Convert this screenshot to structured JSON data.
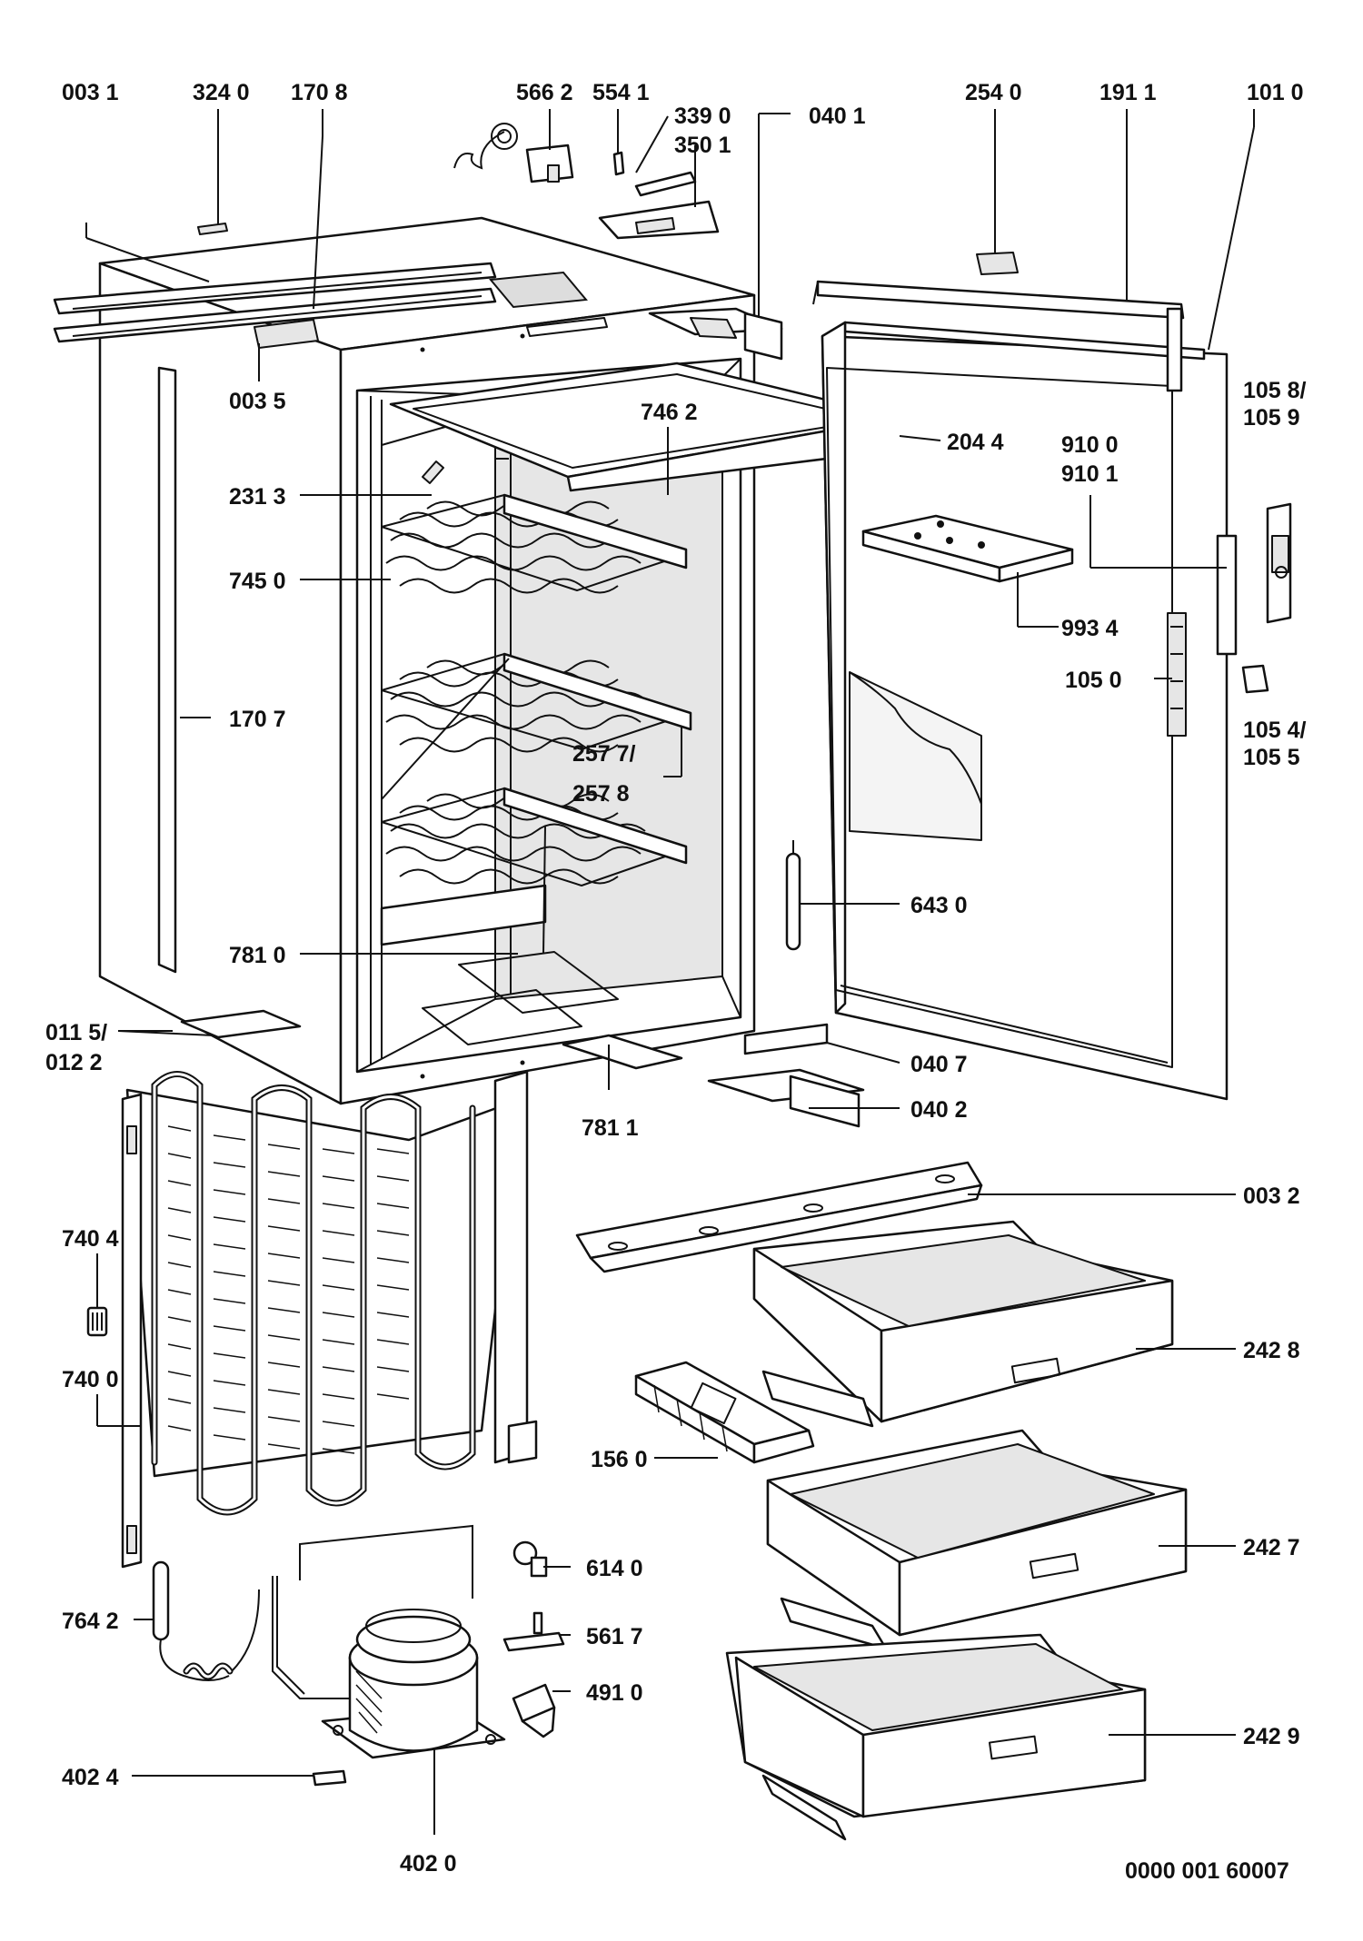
{
  "labels": [
    {
      "key": "p0031",
      "text": "003 1"
    },
    {
      "key": "p3240",
      "text": "324 0"
    },
    {
      "key": "p1708",
      "text": "170 8"
    },
    {
      "key": "p5662",
      "text": "566 2"
    },
    {
      "key": "p5541",
      "text": "554 1"
    },
    {
      "key": "p3390",
      "text": "339 0"
    },
    {
      "key": "p3501",
      "text": "350 1"
    },
    {
      "key": "p0401",
      "text": "040 1"
    },
    {
      "key": "p2540",
      "text": "254 0"
    },
    {
      "key": "p1911",
      "text": "191 1"
    },
    {
      "key": "p1010",
      "text": "101 0"
    },
    {
      "key": "p0035",
      "text": "003 5"
    },
    {
      "key": "p7462",
      "text": "746 2"
    },
    {
      "key": "p2044",
      "text": "204 4"
    },
    {
      "key": "p10589a",
      "text": "105 8/"
    },
    {
      "key": "p10589b",
      "text": "105 9"
    },
    {
      "key": "p9100",
      "text": "910 0"
    },
    {
      "key": "p9101",
      "text": "910 1"
    },
    {
      "key": "p2313",
      "text": "231 3"
    },
    {
      "key": "p7450",
      "text": "745 0"
    },
    {
      "key": "p9934",
      "text": "993 4"
    },
    {
      "key": "p1050",
      "text": "105 0"
    },
    {
      "key": "p1707",
      "text": "170 7"
    },
    {
      "key": "p10545a",
      "text": "105 4/"
    },
    {
      "key": "p10545b",
      "text": "105 5"
    },
    {
      "key": "p2577a",
      "text": "257 7/"
    },
    {
      "key": "p2577b",
      "text": "257 8"
    },
    {
      "key": "p6430",
      "text": "643 0"
    },
    {
      "key": "p7810",
      "text": "781 0"
    },
    {
      "key": "p0115",
      "text": "011 5/"
    },
    {
      "key": "p0122",
      "text": "012 2"
    },
    {
      "key": "p0407",
      "text": "040 7"
    },
    {
      "key": "p0402",
      "text": "040 2"
    },
    {
      "key": "p7811",
      "text": "781 1"
    },
    {
      "key": "p0032",
      "text": "003 2"
    },
    {
      "key": "p7404",
      "text": "740 4"
    },
    {
      "key": "p2428",
      "text": "242 8"
    },
    {
      "key": "p7400",
      "text": "740 0"
    },
    {
      "key": "p1560",
      "text": "156 0"
    },
    {
      "key": "p2427",
      "text": "242 7"
    },
    {
      "key": "p6140",
      "text": "614 0"
    },
    {
      "key": "p7642",
      "text": "764 2"
    },
    {
      "key": "p5617",
      "text": "561 7"
    },
    {
      "key": "p4910",
      "text": "491 0"
    },
    {
      "key": "p2429",
      "text": "242 9"
    },
    {
      "key": "p4024",
      "text": "402 4"
    },
    {
      "key": "p4020",
      "text": "402 0"
    },
    {
      "key": "docnum",
      "text": "0000 001 60007"
    }
  ]
}
